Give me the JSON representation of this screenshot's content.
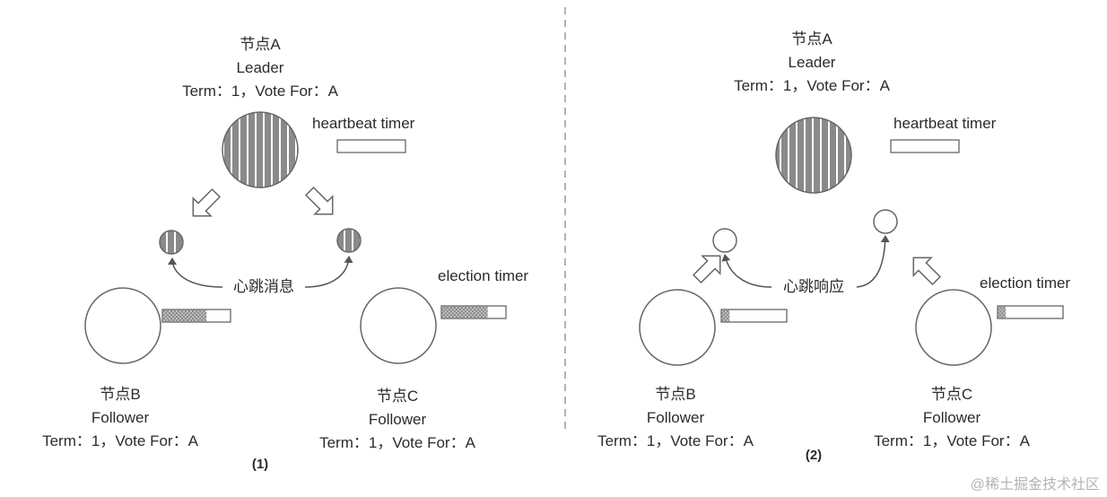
{
  "panel1": {
    "number": "(1)",
    "leader": {
      "name": "节点A",
      "role": "Leader",
      "term": "Term：1，Vote For：A"
    },
    "follower_b": {
      "name": "节点B",
      "role": "Follower",
      "term": "Term：1，Vote For：A",
      "timer_progress": 0.65
    },
    "follower_c": {
      "name": "节点C",
      "role": "Follower",
      "term": "Term：1，Vote For：A",
      "timer_progress": 0.72
    },
    "heartbeat_timer_label": "heartbeat timer",
    "election_timer_label": "election timer",
    "message_label": "心跳消息"
  },
  "panel2": {
    "number": "(2)",
    "leader": {
      "name": "节点A",
      "role": "Leader",
      "term": "Term：1，Vote For：A"
    },
    "follower_b": {
      "name": "节点B",
      "role": "Follower",
      "term": "Term：1，Vote For：A",
      "timer_progress": 0.12
    },
    "follower_c": {
      "name": "节点C",
      "role": "Follower",
      "term": "Term：1，Vote For：A",
      "timer_progress": 0.12
    },
    "heartbeat_timer_label": "heartbeat timer",
    "election_timer_label": "election timer",
    "message_label": "心跳响应"
  },
  "watermark": "@稀土掘金技术社区",
  "colors": {
    "stroke": "#666666",
    "leader_fill": "#8a8a8a",
    "stripe": "#ffffff",
    "timer_fill": "#a9a9a9",
    "divider": "#9a9a9a"
  }
}
